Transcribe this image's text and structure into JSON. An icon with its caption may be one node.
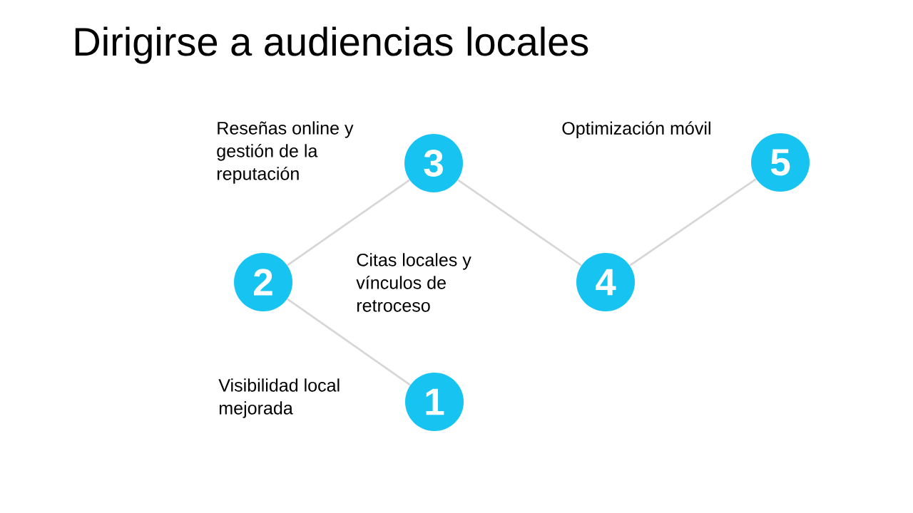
{
  "diagram": {
    "title": "Dirigirse a audiencias locales",
    "nodes": [
      {
        "text": [
          "1"
        ]
      },
      {
        "text": [
          "2"
        ]
      },
      {
        "text": [
          "3"
        ]
      },
      {
        "text": [
          "4"
        ]
      },
      {
        "text": [
          "5"
        ]
      }
    ],
    "edges": [
      {
        "from": 0,
        "to": 1,
        "arrow": "none"
      },
      {
        "from": 1,
        "to": 2,
        "arrow": "none"
      },
      {
        "from": 2,
        "to": 3,
        "arrow": "none"
      },
      {
        "from": 3,
        "to": 4,
        "arrow": "none"
      }
    ],
    "labels": [
      "Reseñas online y gestión de la reputación",
      "Optimización móvil",
      "Citas locales y vínculos de retroceso",
      "Visibilidad local mejorada"
    ]
  }
}
